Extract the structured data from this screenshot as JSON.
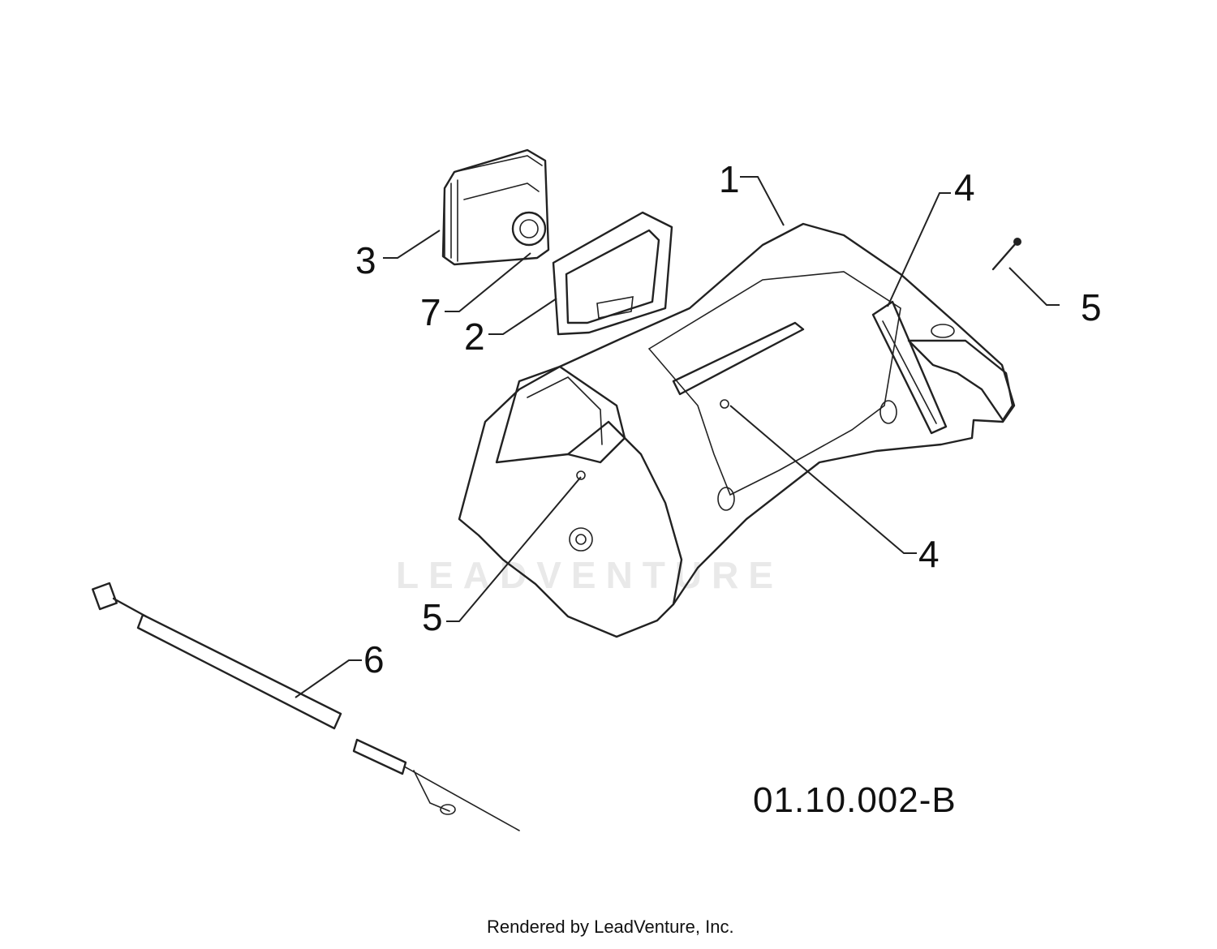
{
  "diagram_code": "01.10.002-B",
  "watermark": "LEADVENTURE",
  "footer": "Rendered by LeadVenture, Inc.",
  "callouts": {
    "c1": "1",
    "c2": "2",
    "c3": "3",
    "c4a": "4",
    "c4b": "4",
    "c5a": "5",
    "c5b": "5",
    "c6": "6",
    "c7": "7"
  }
}
